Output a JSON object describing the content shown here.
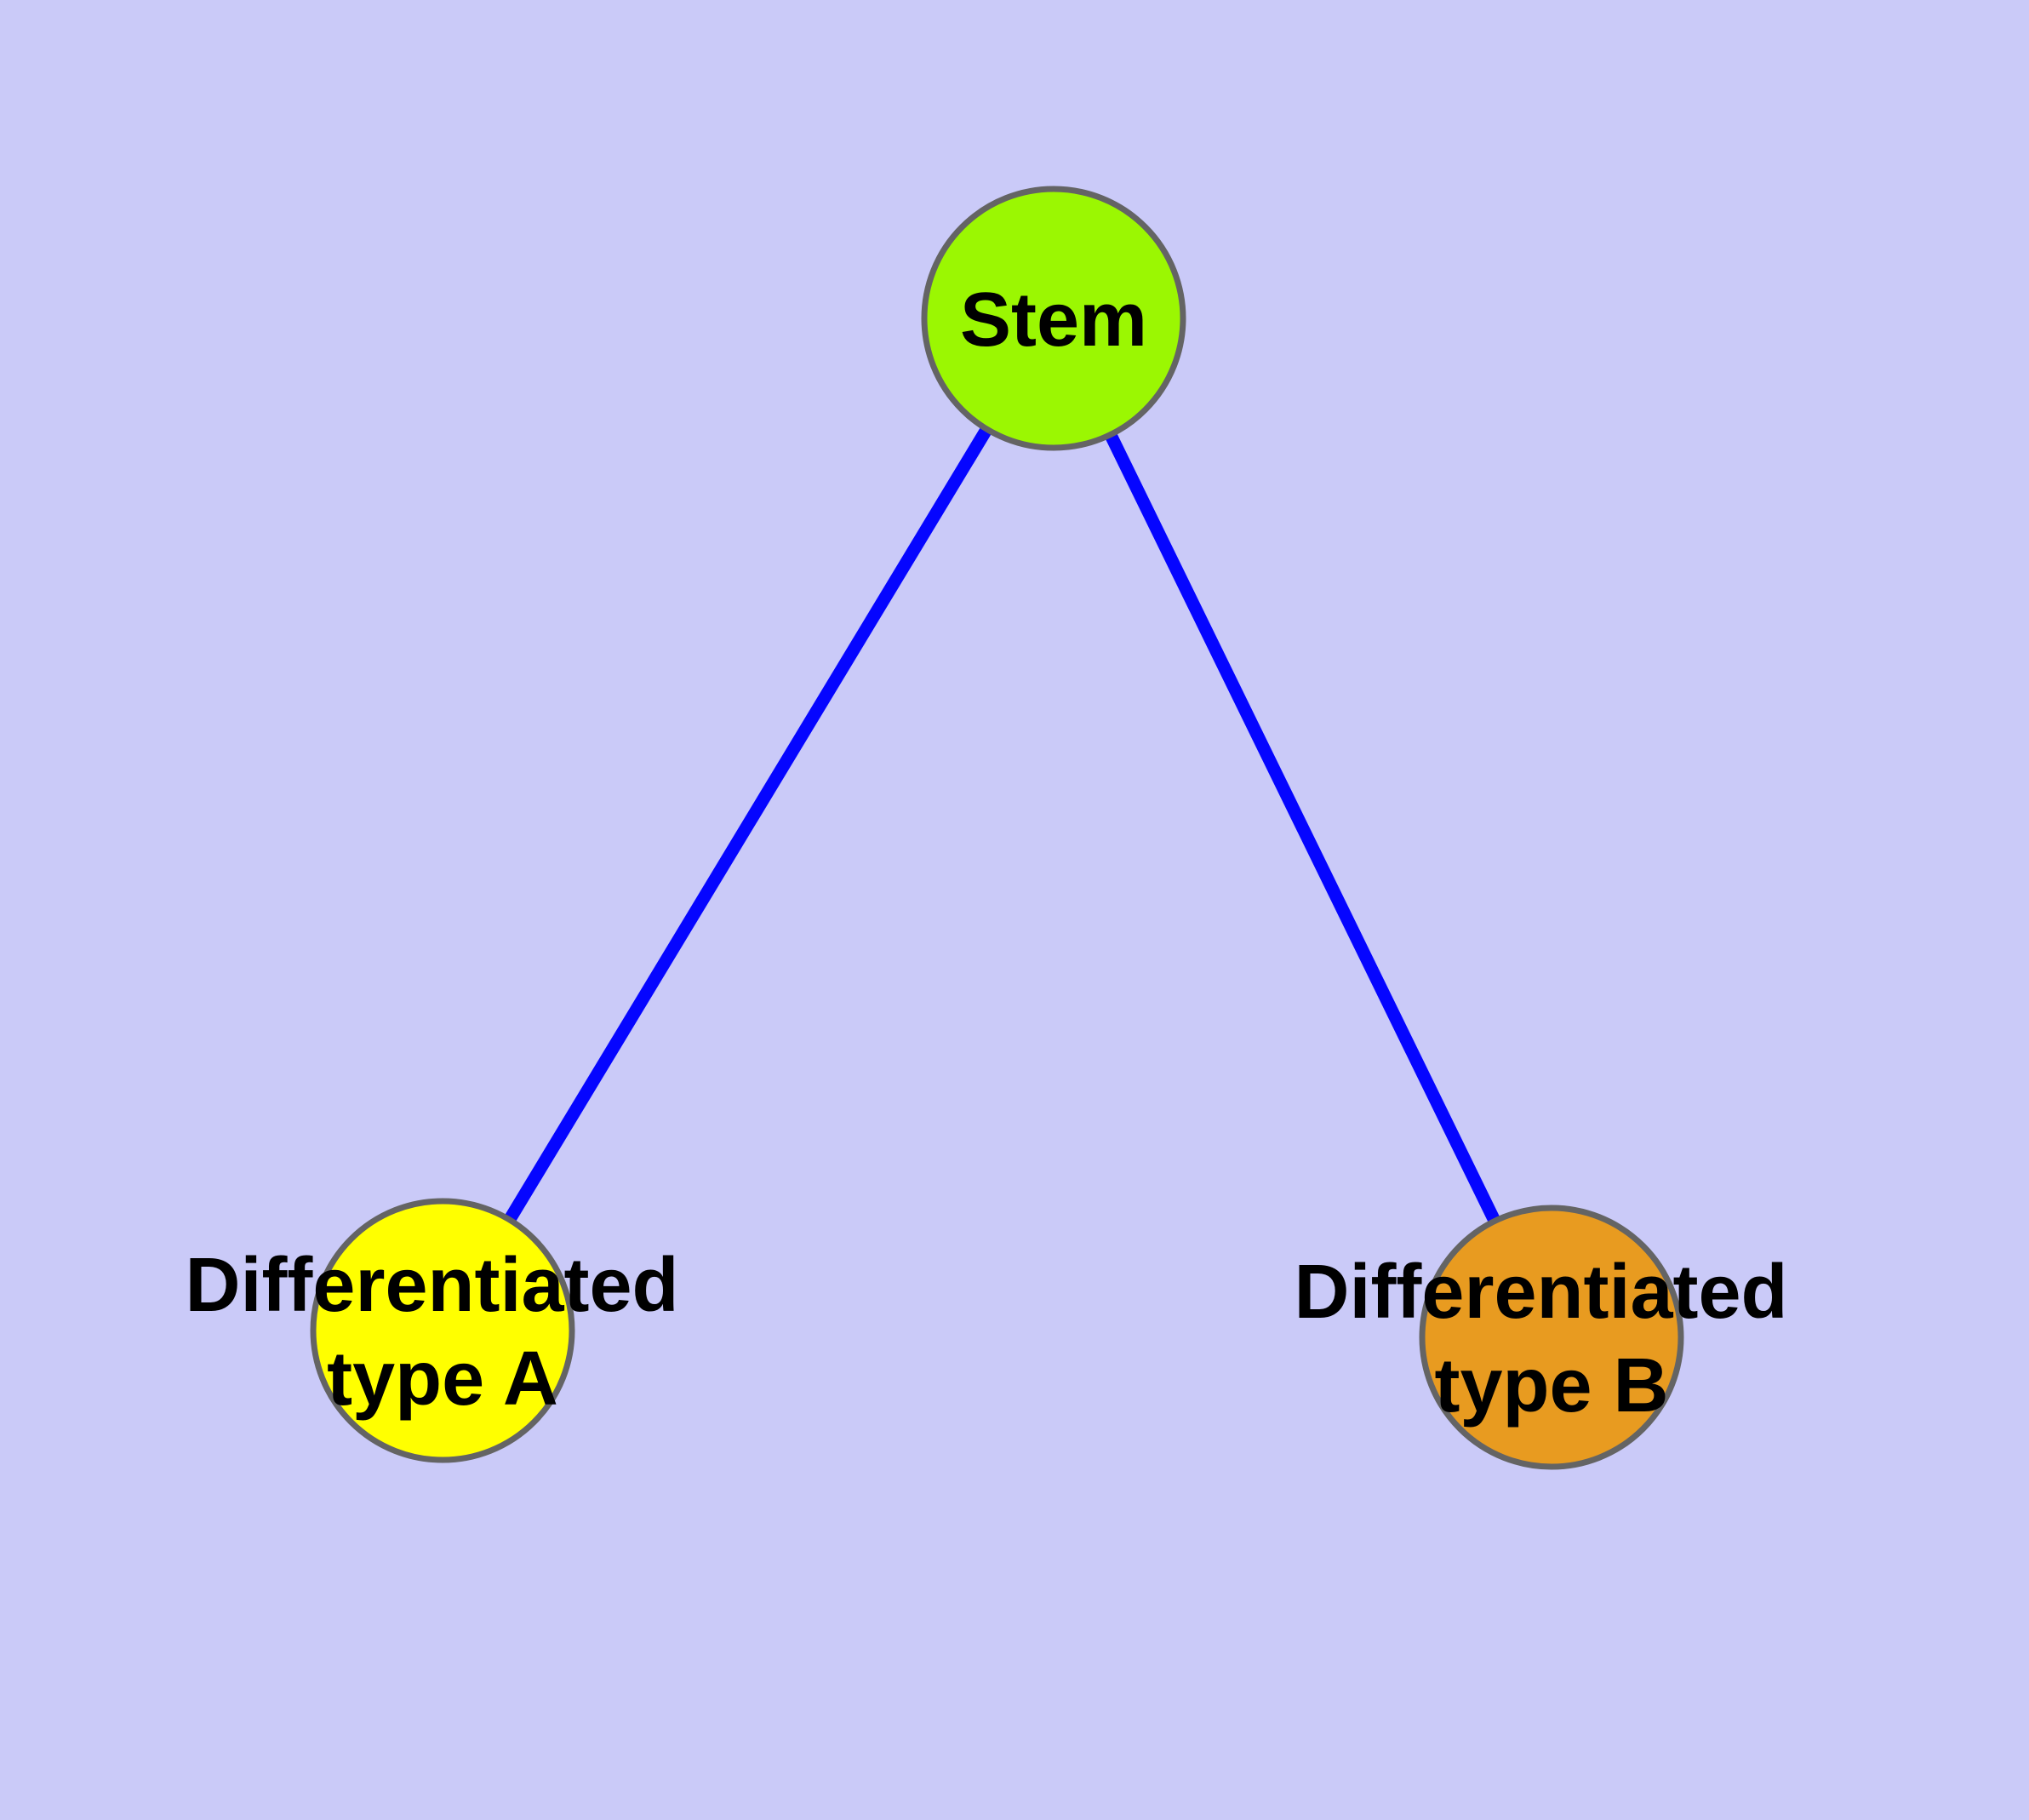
{
  "diagram": {
    "type": "node-link-graph",
    "description": "Stem cell differentiation graph with one root node and two leaf nodes",
    "background_color": "#CACAF8",
    "edge_color": "#0505FF",
    "node_border_color": "#646464",
    "label_color": "#000000",
    "nodes": [
      {
        "id": "stem",
        "label": "Stem",
        "lines": [
          "Stem"
        ],
        "fill": "#9BF702"
      },
      {
        "id": "differentiated-type-a",
        "label": "Differentiated type A",
        "lines": [
          "Differentiated",
          "type A"
        ],
        "fill": "#FFFF00"
      },
      {
        "id": "differentiated-type-b",
        "label": "Differentiated type B",
        "lines": [
          "Differentiated",
          "type B"
        ],
        "fill": "#E89B20"
      }
    ],
    "edges": [
      {
        "from": "Stem",
        "to": "Differentiated type A"
      },
      {
        "from": "Stem",
        "to": "Differentiated type B"
      }
    ]
  }
}
